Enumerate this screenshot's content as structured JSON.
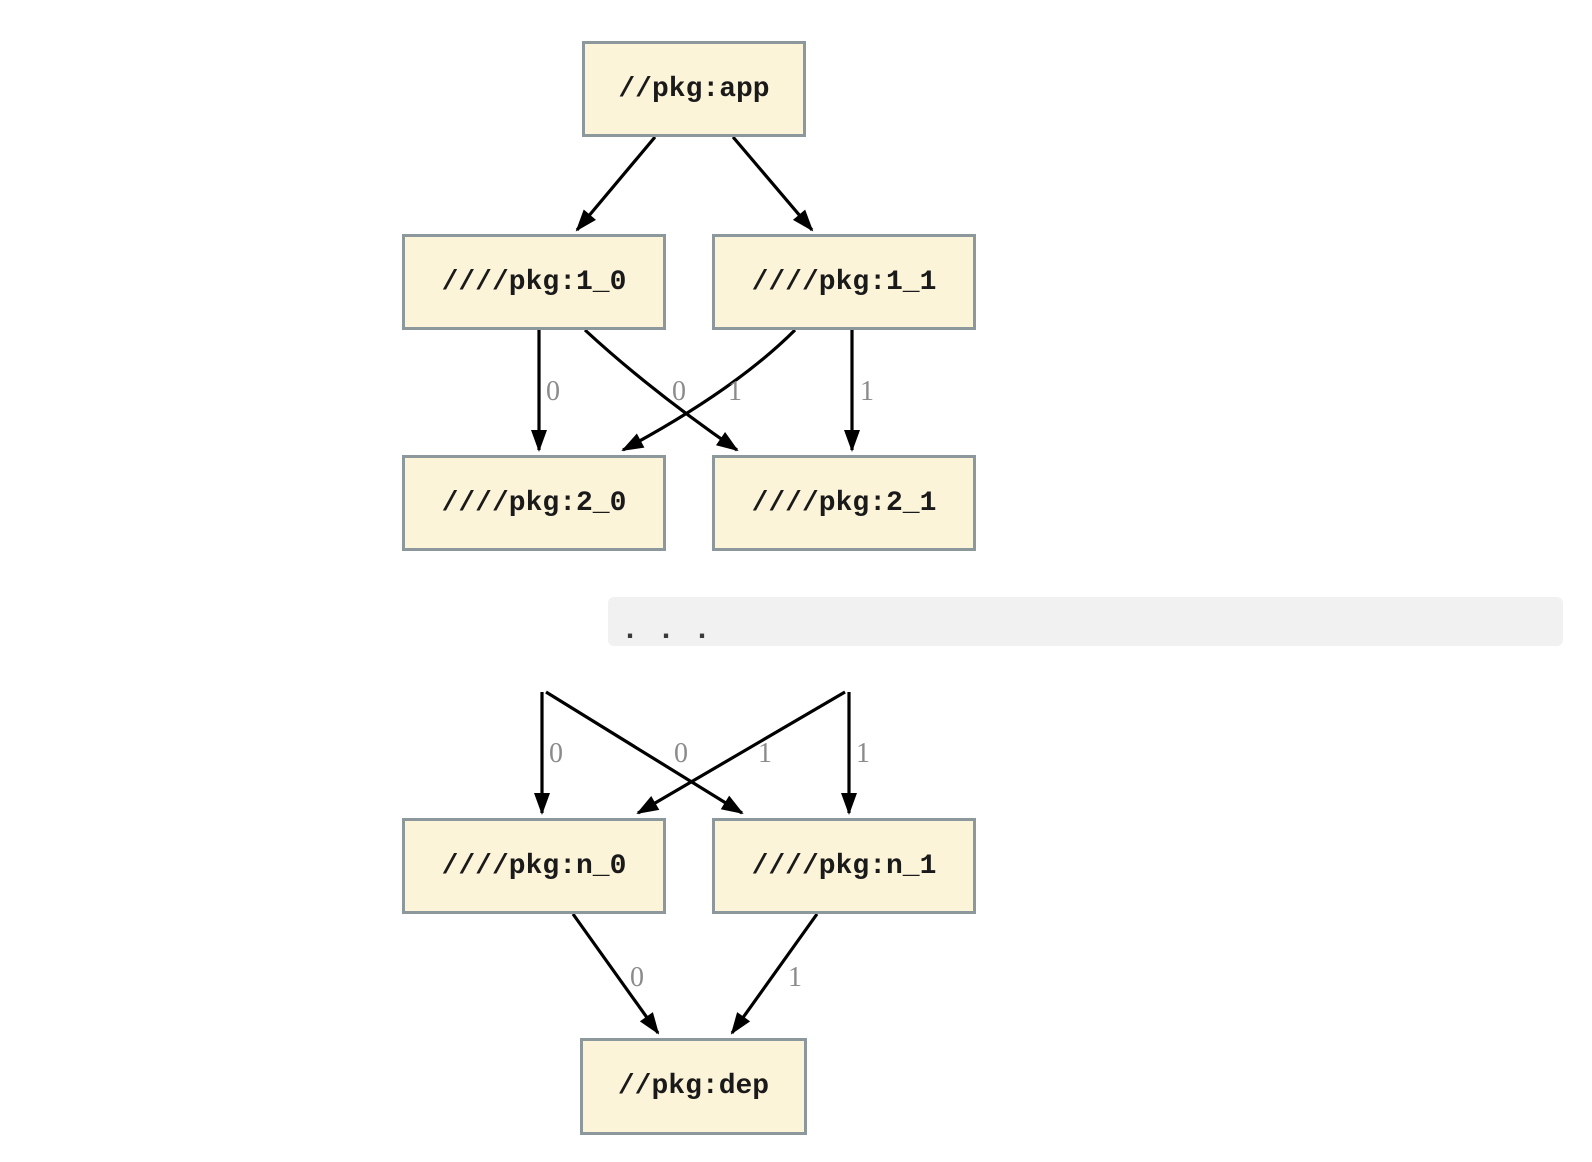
{
  "graph": {
    "type": "dependency-graph",
    "nodes": [
      {
        "id": "app",
        "label": "//pkg:app"
      },
      {
        "id": "1_0",
        "label": "////pkg:1_0"
      },
      {
        "id": "1_1",
        "label": "////pkg:1_1"
      },
      {
        "id": "2_0",
        "label": "////pkg:2_0"
      },
      {
        "id": "2_1",
        "label": "////pkg:2_1"
      },
      {
        "id": "n_0",
        "label": "////pkg:n_0"
      },
      {
        "id": "n_1",
        "label": "////pkg:n_1"
      },
      {
        "id": "dep",
        "label": "//pkg:dep"
      }
    ],
    "edges": [
      {
        "from": "app",
        "to": "1_0",
        "label": ""
      },
      {
        "from": "app",
        "to": "1_1",
        "label": ""
      },
      {
        "from": "1_0",
        "to": "2_0",
        "label": "0"
      },
      {
        "from": "1_0",
        "to": "2_1",
        "label": "1"
      },
      {
        "from": "1_1",
        "to": "2_0",
        "label": "0"
      },
      {
        "from": "1_1",
        "to": "2_1",
        "label": "1"
      },
      {
        "from": "ellipsis-left",
        "to": "n_0",
        "label": "0"
      },
      {
        "from": "ellipsis-left",
        "to": "n_1",
        "label": "1"
      },
      {
        "from": "ellipsis-right",
        "to": "n_0",
        "label": "0"
      },
      {
        "from": "ellipsis-right",
        "to": "n_1",
        "label": "1"
      },
      {
        "from": "n_0",
        "to": "dep",
        "label": "0"
      },
      {
        "from": "n_1",
        "to": "dep",
        "label": "1"
      }
    ],
    "ellipsis": ". . ."
  },
  "colors": {
    "node_fill": "#fcf4d9",
    "node_border": "#8d989d",
    "edge": "#000000",
    "edge_label": "#8b8b8b",
    "band": "#f1f1f1"
  }
}
